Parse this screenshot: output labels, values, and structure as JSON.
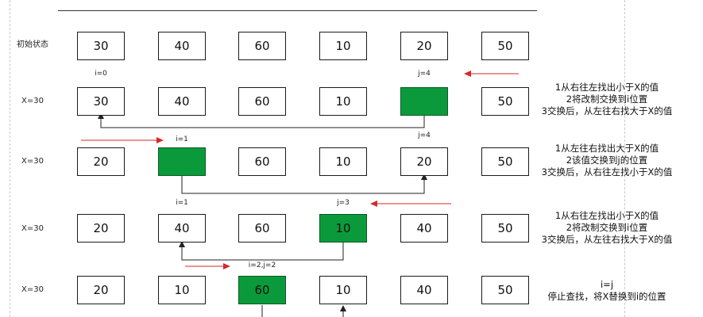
{
  "accent": {
    "highlight": "#0b9a3b",
    "arrow_red": "#d42a2a",
    "line": "#333333"
  },
  "rows": [
    {
      "label": "初始状态",
      "cells": [
        "30",
        "40",
        "60",
        "10",
        "20",
        "50"
      ],
      "highlight": []
    },
    {
      "label": "X=30",
      "cells": [
        "30",
        "40",
        "60",
        "10",
        "",
        "50"
      ],
      "highlight": [
        4
      ],
      "indices": [
        {
          "col": 0,
          "text": "i=0"
        },
        {
          "col": 4,
          "text": "j=4"
        }
      ],
      "notes": [
        "1从右往左找出小于X的值",
        "2将改制交换到i位置",
        "3交换后，从左往右找大于X的值"
      ]
    },
    {
      "label": "X=30",
      "cells": [
        "20",
        "",
        "60",
        "10",
        "20",
        "50"
      ],
      "highlight": [
        1
      ],
      "indices": [
        {
          "col": 1,
          "text": "i=1"
        },
        {
          "col": 4,
          "text": "j=4"
        }
      ],
      "notes": [
        "1从左往右找出大于X的值",
        "2该值交换到j的位置",
        "3交换后，从右往左找小于X的值"
      ]
    },
    {
      "label": "X=30",
      "cells": [
        "20",
        "40",
        "60",
        "10",
        "40",
        "50"
      ],
      "highlight": [
        3
      ],
      "indices": [
        {
          "col": 1,
          "text": "i=1"
        },
        {
          "col": 3,
          "text": "j=3"
        }
      ],
      "notes": [
        "1从右往左找出小于X的值",
        "2将改制交换到i位置",
        "3交换后，从左往右找大于X的值"
      ]
    },
    {
      "label": "X=30",
      "cells": [
        "20",
        "10",
        "60",
        "10",
        "40",
        "50"
      ],
      "highlight": [
        2
      ],
      "indices": [
        {
          "col": 2,
          "text": "i=2,j=2"
        }
      ],
      "notes": [
        "i=j",
        "停止查找，将X替换到i的位置"
      ]
    }
  ]
}
